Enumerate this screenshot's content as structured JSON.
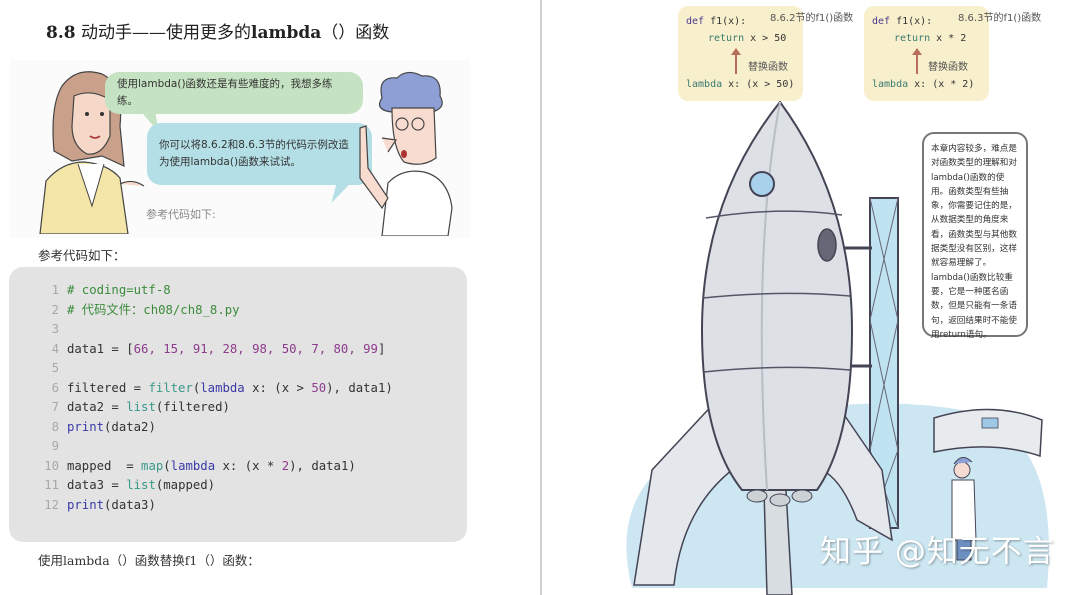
{
  "left_page": {
    "section_title": {
      "number": "8.8",
      "text_before": " 动动手——使用更多的",
      "bold_word": "lambda",
      "text_after": "（）函数"
    },
    "comic": {
      "bubble_green": "使用lambda()函数还是有些难度的，我想多练练。",
      "bubble_blue_line1": "你可以将8.6.2和8.6.3节的代码示例改造",
      "bubble_blue_line2": "为使用lambda()函数来试试。",
      "caption": "参考代码如下:"
    },
    "reference_label": "参考代码如下：",
    "code": {
      "lines": [
        {
          "n": "1",
          "text": "# coding=utf-8"
        },
        {
          "n": "2",
          "text": "# 代码文件：ch08/ch8_8.py"
        },
        {
          "n": "3",
          "text": ""
        },
        {
          "n": "4",
          "text": "data1 = [66, 15, 91, 28, 98, 50, 7, 80, 99]"
        },
        {
          "n": "5",
          "text": ""
        },
        {
          "n": "6",
          "text": "filtered = filter(lambda x: (x > 50), data1)"
        },
        {
          "n": "7",
          "text": "data2 = list(filtered)"
        },
        {
          "n": "8",
          "text": "print(data2)"
        },
        {
          "n": "9",
          "text": ""
        },
        {
          "n": "10",
          "text": "mapped  = map(lambda x: (x * 2), data1)"
        },
        {
          "n": "11",
          "text": "data3 = list(mapped)"
        },
        {
          "n": "12",
          "text": "print(data3)"
        }
      ],
      "data1_values": [
        66,
        15,
        91,
        28,
        98,
        50,
        7,
        80,
        99
      ]
    },
    "bottom_text": "使用lambda（）函数替换f1（）函数："
  },
  "right_page": {
    "card1": {
      "def_kw": "def",
      "def_rest": " f1(x):",
      "return_kw": "return",
      "return_rest": " x > 50",
      "lambda_kw": "lambda",
      "lambda_rest": " x: (x > 50)",
      "annotation": "8.6.2节的f1()函数",
      "replace_label": "替换函数"
    },
    "card2": {
      "def_kw": "def",
      "def_rest": " f1(x):",
      "return_kw": "return",
      "return_rest": " x * 2",
      "lambda_kw": "lambda",
      "lambda_rest": " x: (x * 2)",
      "annotation": "8.6.3节的f1()函数",
      "replace_label": "替换函数"
    },
    "note": "本章内容较多，难点是对函数类型的理解和对lambda()函数的使用。函数类型有些抽象，你需要记住的是，从数据类型的角度来看，函数类型与其他数据类型没有区别，这样就容易理解了。lambda()函数比较重要，它是一种匿名函数，但是只能有一条语句，返回结果时不能使用return语句。",
    "watermark": "知乎 @知无不言"
  },
  "colors": {
    "code_bg": "#e3e3e3",
    "bubble_green": "#c5e2c2",
    "bubble_blue": "#b4dfe6",
    "card_bg": "#f8efcd",
    "ground": "#cde7f2",
    "rocket": "#dde1e6"
  }
}
